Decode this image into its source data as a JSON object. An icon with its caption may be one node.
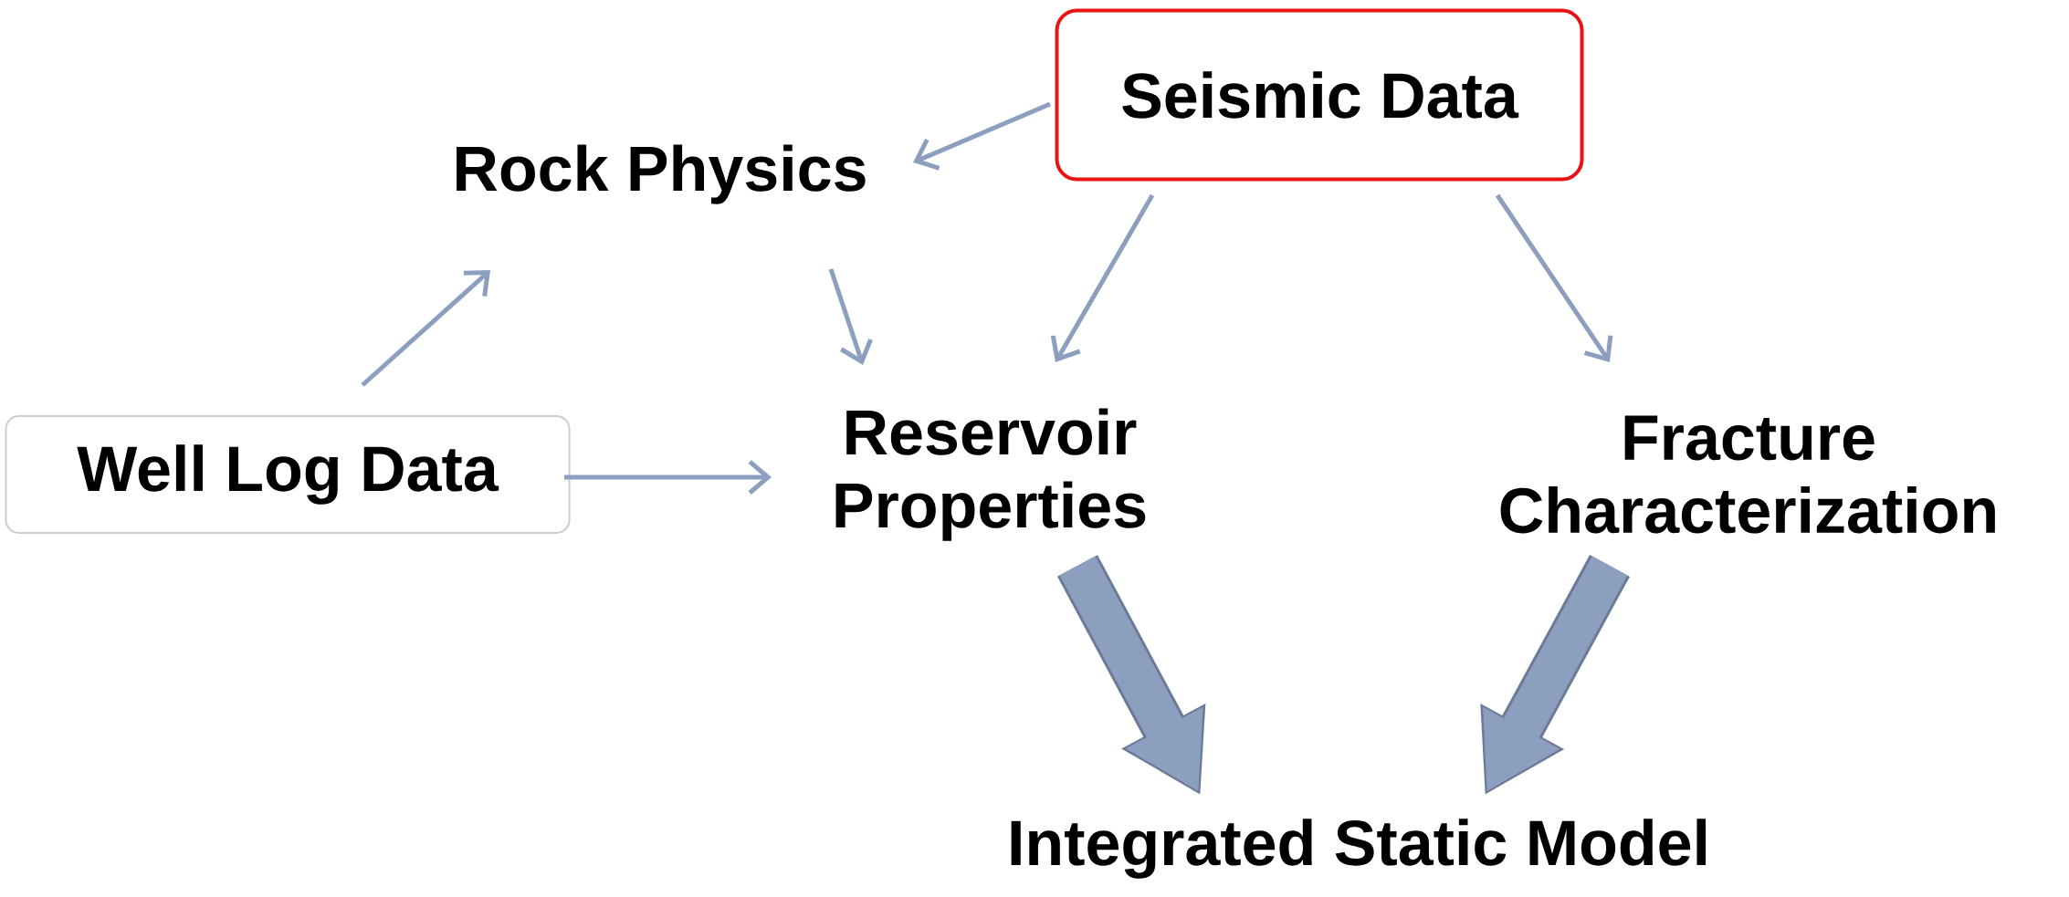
{
  "diagram": {
    "nodes": [
      {
        "text": [
          "Seismic Data"
        ]
      },
      {
        "text": [
          "Rock Physics"
        ]
      },
      {
        "text": [
          "Well Log Data"
        ]
      },
      {
        "text": [
          "Reservoir Properties"
        ]
      },
      {
        "text": [
          "Fracture Characterization"
        ]
      },
      {
        "text": [
          "Integrated Static Model"
        ]
      }
    ],
    "edges": [
      {
        "from": 0,
        "to": 1,
        "arrow": "to"
      },
      {
        "from": 2,
        "to": 1,
        "arrow": "to"
      },
      {
        "from": 1,
        "to": 3,
        "arrow": "to"
      },
      {
        "from": 0,
        "to": 3,
        "arrow": "to"
      },
      {
        "from": 0,
        "to": 4,
        "arrow": "to"
      },
      {
        "from": 2,
        "to": 3,
        "arrow": "to"
      },
      {
        "from": 3,
        "to": 5,
        "arrow": "to",
        "style": "thick"
      },
      {
        "from": 4,
        "to": 5,
        "arrow": "to",
        "style": "thick"
      }
    ]
  }
}
